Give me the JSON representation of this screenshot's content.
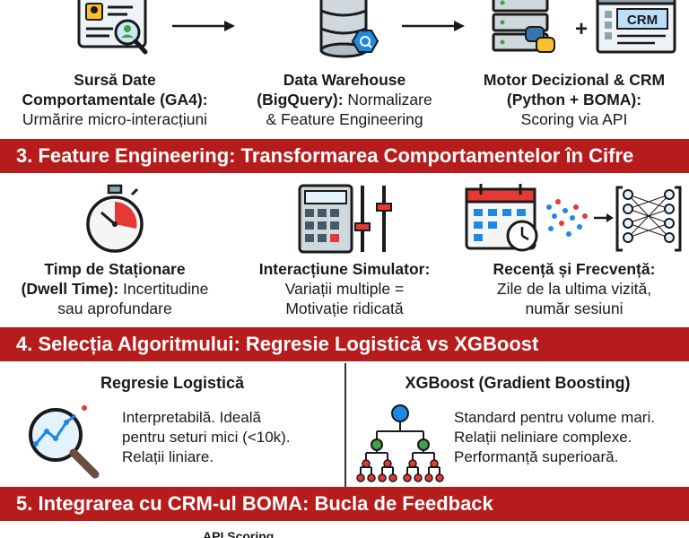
{
  "pipeline": {
    "items": [
      {
        "title_lines": [
          "Sursă Date",
          "Comportamentale (GA4):"
        ],
        "desc_lines": [
          "Urmărire micro-interacțiuni"
        ]
      },
      {
        "title_lines": [
          "Data Warehouse"
        ],
        "mixed": {
          "bold": "(BigQuery):",
          "normal": " Normalizare"
        },
        "desc_lines": [
          "& Feature Engineering"
        ]
      },
      {
        "title_lines": [
          "Motor Decizional & CRM",
          "(Python + BOMA):"
        ],
        "desc_lines": [
          "Scoring via API"
        ]
      }
    ],
    "crm_badge": "CRM",
    "plus": "+"
  },
  "section3": {
    "banner": "3. Feature Engineering: Transformarea Comportamentelor în Cifre",
    "items": [
      {
        "title": "Timp de Staționare",
        "mixed": {
          "bold": "(Dwell Time):",
          "normal": " Incertitudine"
        },
        "desc": "sau aprofundare"
      },
      {
        "title": "Interacțiune Simulator:",
        "desc_lines": [
          "Variații multiple =",
          "Motivație ridicată"
        ]
      },
      {
        "title": "Recență și Frecvență:",
        "desc_lines": [
          "Zile de la ultima vizită,",
          "număr sesiuni"
        ]
      }
    ]
  },
  "section4": {
    "banner": "4. Selecția Algoritmului: Regresie Logistică vs XGBoost",
    "left": {
      "title": "Regresie Logistică",
      "desc_lines": [
        "Interpretabilă. Ideală",
        "pentru seturi mici (<10k).",
        "Relații liniare."
      ]
    },
    "right": {
      "title": "XGBoost (Gradient Boosting)",
      "desc_lines": [
        "Standard pentru volume mari.",
        "Relații neliniare complexe.",
        "Performanță superioară."
      ]
    }
  },
  "section5": {
    "banner": "5. Integrarea cu CRM-ul BOMA: Bucla de Feedback",
    "partial_label": "API Scoring"
  },
  "colors": {
    "banner": "#b71c1c",
    "accent_blue": "#1e88e5",
    "accent_red": "#e53935",
    "text": "#1a1a1a"
  }
}
